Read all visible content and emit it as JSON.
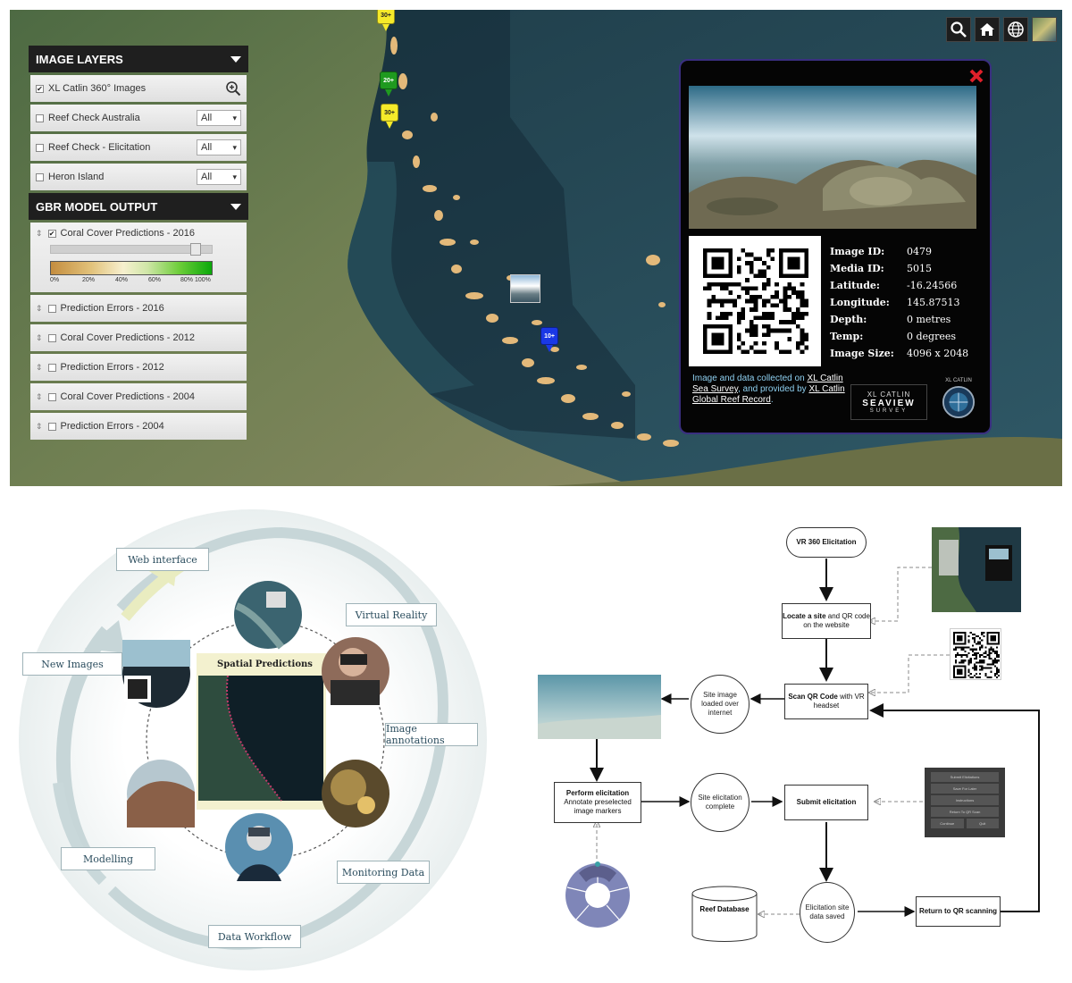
{
  "map": {
    "toolbar": {
      "search_label": "Search",
      "home_label": "Home",
      "globe_label": "Globe",
      "basemap_label": "Basemap"
    },
    "image_layers": {
      "title": "IMAGE LAYERS",
      "rows": [
        {
          "label": "XL Catlin 360° Images",
          "checked": true,
          "select": ""
        },
        {
          "label": "Reef Check Australia",
          "checked": false,
          "select": "All"
        },
        {
          "label": "Reef Check - Elicitation",
          "checked": false,
          "select": "All"
        },
        {
          "label": "Heron Island",
          "checked": false,
          "select": "All"
        }
      ]
    },
    "gbr_model": {
      "title": "GBR MODEL OUTPUT",
      "active": {
        "label": "Coral Cover Predictions - 2016",
        "checked": true,
        "opacity": 0.92
      },
      "legend_ticks": [
        "0%",
        "20%",
        "40%",
        "60%",
        "80% 100%"
      ],
      "rows": [
        {
          "label": "Prediction Errors - 2016"
        },
        {
          "label": "Coral Cover Predictions - 2012"
        },
        {
          "label": "Prediction Errors - 2012"
        },
        {
          "label": "Coral Cover Predictions - 2004"
        },
        {
          "label": "Prediction Errors - 2004"
        }
      ]
    },
    "markers": {
      "yellow_top": "30+",
      "green": "20+",
      "yellow": "30+",
      "blue": "10+"
    },
    "colors": {
      "yellow_marker": "#f5ea2a",
      "green_marker": "#1f9a1f",
      "blue_marker": "#1a38e6",
      "popup_border": "#3a2f80",
      "reef": "#e3b97a"
    },
    "popup": {
      "fields": [
        {
          "key": "Image ID:",
          "value": "0479"
        },
        {
          "key": "Media ID:",
          "value": "5015"
        },
        {
          "key": "Latitude:",
          "value": "-16.24566"
        },
        {
          "key": "Longitude:",
          "value": "145.87513"
        },
        {
          "key": "Depth:",
          "value": "0 metres"
        },
        {
          "key": "Temp:",
          "value": "0 degrees"
        },
        {
          "key": "Image Size:",
          "value": "4096 x 2048"
        }
      ],
      "credit_pre": "Image and data collected on ",
      "credit_link1": "XL Catlin Sea Survey",
      "credit_mid": ", and provided by ",
      "credit_link2": "XL Catlin Global Reef Record",
      "credit_post": ".",
      "brand_top": "XL CATLIN",
      "brand_main": "SEAVIEW",
      "brand_sub": "SURVEY",
      "seal_text": "XL CATLIN"
    }
  },
  "cycle": {
    "labels": {
      "web_interface": "Web interface",
      "virtual_reality": "Virtual Reality",
      "new_images": "New Images",
      "image_annotations": "Image annotations",
      "modelling": "Modelling",
      "monitoring_data": "Monitoring Data",
      "data_workflow": "Data Workflow"
    },
    "spatial_title": "Spatial Predictions"
  },
  "flow": {
    "vr360": "VR 360 Elicitation",
    "locate_a": "Locate a site",
    "locate_b": " and QR code on the website",
    "scan_a": "Scan QR Code",
    "scan_b": " with VR headset",
    "site_loaded": "Site image loaded over internet",
    "perform_a": "Perform elicitation",
    "perform_b": "Annotate preselected image markers",
    "elic_complete": "Site elicitation complete",
    "submit": "Submit elicitation",
    "reef_db": "Reef Database",
    "elic_saved": "Elicitation site data saved",
    "return_qr": "Return to QR scanning",
    "menu_items": [
      "Submit Elicitations",
      "Save For Later",
      "Instructions",
      "Return To QR Scan"
    ],
    "menu_bottom": [
      "Continue",
      "Quit"
    ]
  }
}
